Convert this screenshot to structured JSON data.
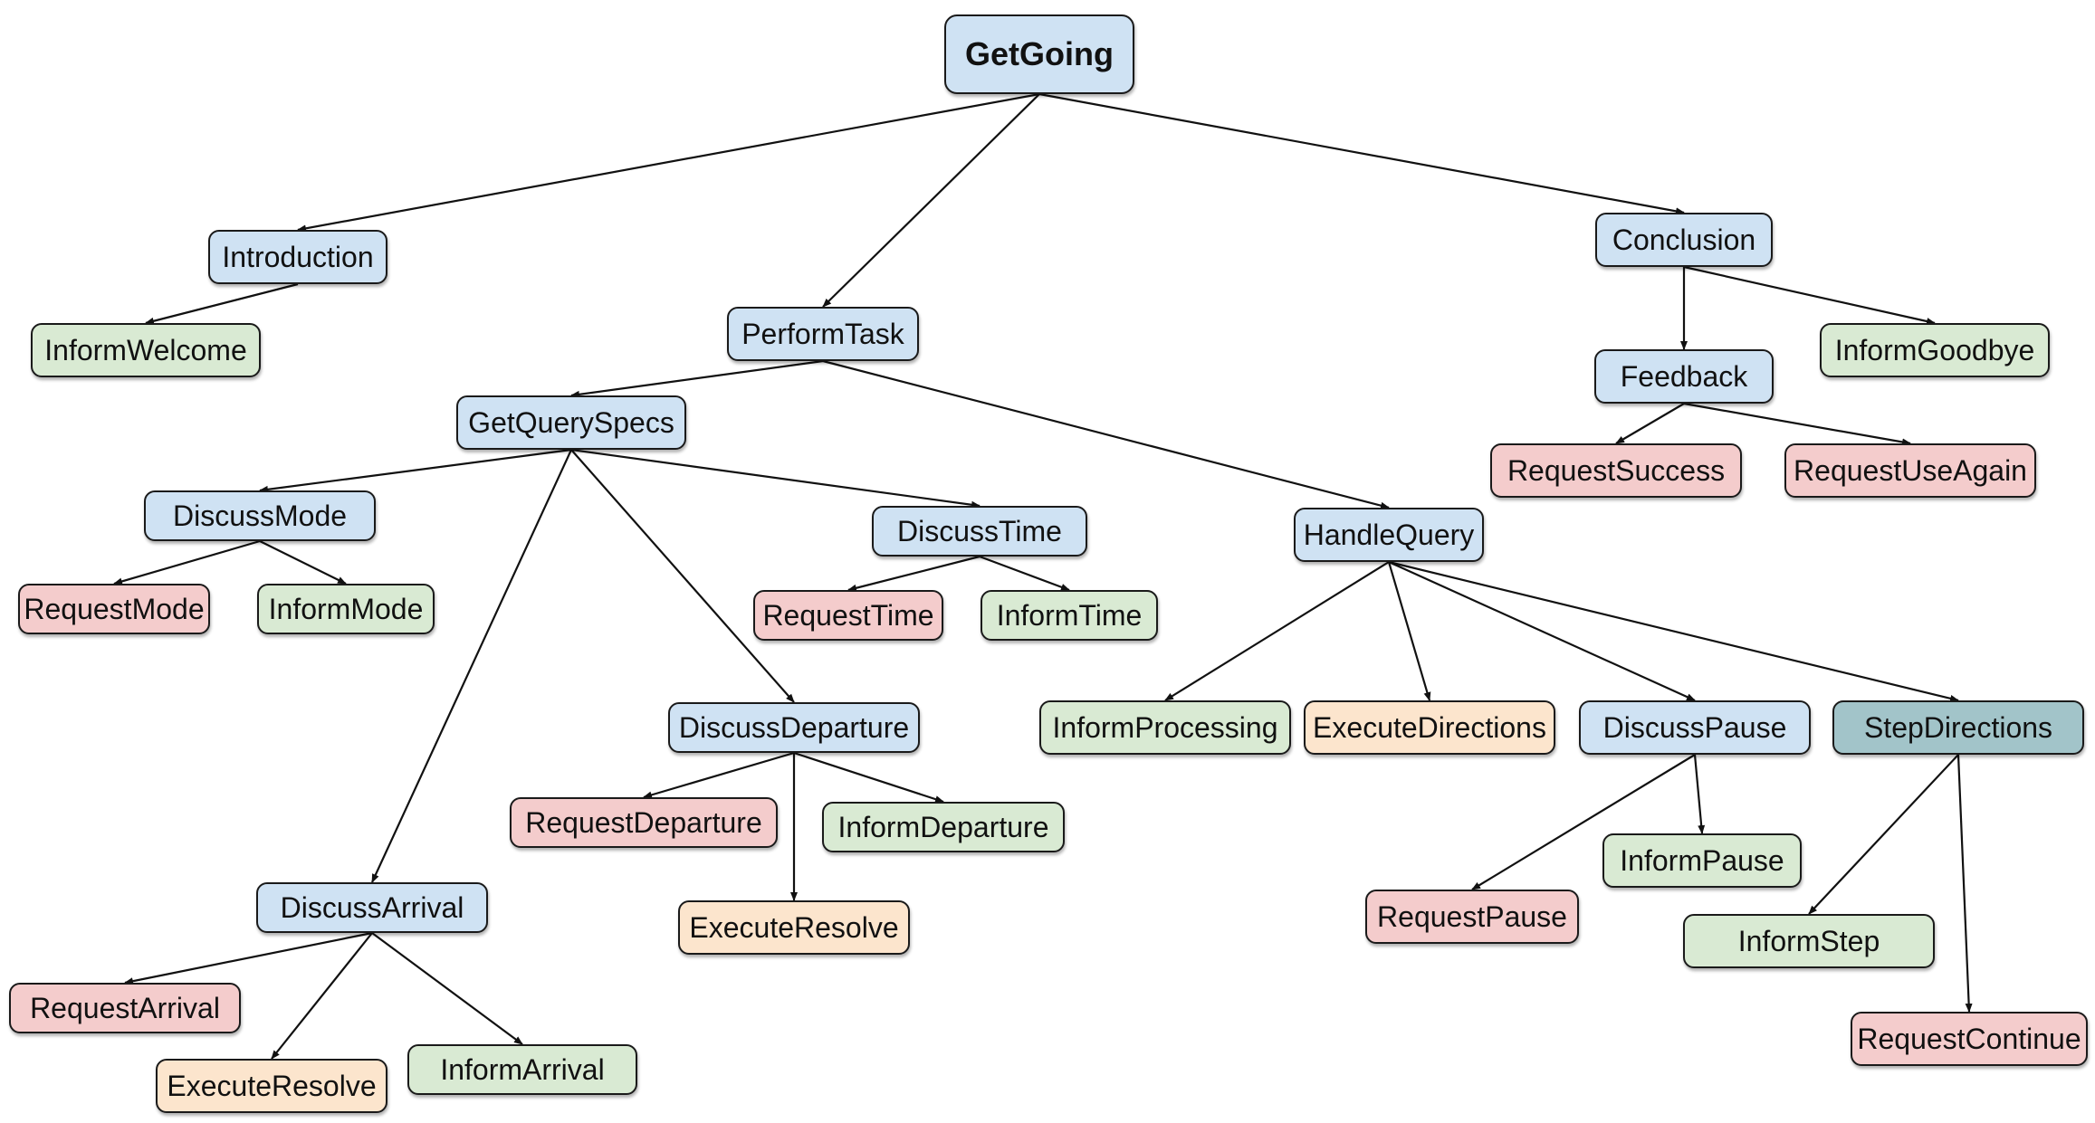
{
  "colors": {
    "blue": "#cfe2f3",
    "green": "#d9ead3",
    "red": "#f4cccc",
    "orange": "#fce5cd",
    "teal": "#a2c4c9",
    "edge": "#111111"
  },
  "nodes": [
    {
      "id": "getgoing",
      "label": "GetGoing",
      "kind": "blue"
    },
    {
      "id": "introduction",
      "label": "Introduction",
      "kind": "blue"
    },
    {
      "id": "informwelcome",
      "label": "InformWelcome",
      "kind": "green"
    },
    {
      "id": "performtask",
      "label": "PerformTask",
      "kind": "blue"
    },
    {
      "id": "conclusion",
      "label": "Conclusion",
      "kind": "blue"
    },
    {
      "id": "feedback",
      "label": "Feedback",
      "kind": "blue"
    },
    {
      "id": "informgoodbye",
      "label": "InformGoodbye",
      "kind": "green"
    },
    {
      "id": "requestsuccess",
      "label": "RequestSuccess",
      "kind": "red"
    },
    {
      "id": "requestuseagain",
      "label": "RequestUseAgain",
      "kind": "red"
    },
    {
      "id": "getqueryspecs",
      "label": "GetQuerySpecs",
      "kind": "blue"
    },
    {
      "id": "handlequery",
      "label": "HandleQuery",
      "kind": "blue"
    },
    {
      "id": "discussmode",
      "label": "DiscussMode",
      "kind": "blue"
    },
    {
      "id": "requestmode",
      "label": "RequestMode",
      "kind": "red"
    },
    {
      "id": "informmode",
      "label": "InformMode",
      "kind": "green"
    },
    {
      "id": "discusstime",
      "label": "DiscussTime",
      "kind": "blue"
    },
    {
      "id": "requesttime",
      "label": "RequestTime",
      "kind": "red"
    },
    {
      "id": "informtime",
      "label": "InformTime",
      "kind": "green"
    },
    {
      "id": "discussdeparture",
      "label": "DiscussDeparture",
      "kind": "blue"
    },
    {
      "id": "requestdeparture",
      "label": "RequestDeparture",
      "kind": "red"
    },
    {
      "id": "informdeparture",
      "label": "InformDeparture",
      "kind": "green"
    },
    {
      "id": "executeresolve1",
      "label": "ExecuteResolve",
      "kind": "orange"
    },
    {
      "id": "discussarrival",
      "label": "DiscussArrival",
      "kind": "blue"
    },
    {
      "id": "requestarrival",
      "label": "RequestArrival",
      "kind": "red"
    },
    {
      "id": "executeresolve2",
      "label": "ExecuteResolve",
      "kind": "orange"
    },
    {
      "id": "informarrival",
      "label": "InformArrival",
      "kind": "green"
    },
    {
      "id": "informprocessing",
      "label": "InformProcessing",
      "kind": "green"
    },
    {
      "id": "executedirections",
      "label": "ExecuteDirections",
      "kind": "orange"
    },
    {
      "id": "discusspause",
      "label": "DiscussPause",
      "kind": "blue"
    },
    {
      "id": "stepdirections",
      "label": "StepDirections",
      "kind": "teal"
    },
    {
      "id": "requestpause",
      "label": "RequestPause",
      "kind": "red"
    },
    {
      "id": "informpause",
      "label": "InformPause",
      "kind": "green"
    },
    {
      "id": "informstep",
      "label": "InformStep",
      "kind": "green"
    },
    {
      "id": "requestcontinue",
      "label": "RequestContinue",
      "kind": "red"
    }
  ],
  "edges": [
    [
      "getgoing",
      "introduction"
    ],
    [
      "getgoing",
      "performtask"
    ],
    [
      "getgoing",
      "conclusion"
    ],
    [
      "introduction",
      "informwelcome"
    ],
    [
      "conclusion",
      "feedback"
    ],
    [
      "conclusion",
      "informgoodbye"
    ],
    [
      "feedback",
      "requestsuccess"
    ],
    [
      "feedback",
      "requestuseagain"
    ],
    [
      "performtask",
      "getqueryspecs"
    ],
    [
      "performtask",
      "handlequery"
    ],
    [
      "getqueryspecs",
      "discussmode"
    ],
    [
      "getqueryspecs",
      "discusstime"
    ],
    [
      "getqueryspecs",
      "discussdeparture"
    ],
    [
      "getqueryspecs",
      "discussarrival"
    ],
    [
      "discussmode",
      "requestmode"
    ],
    [
      "discussmode",
      "informmode"
    ],
    [
      "discusstime",
      "requesttime"
    ],
    [
      "discusstime",
      "informtime"
    ],
    [
      "discussdeparture",
      "requestdeparture"
    ],
    [
      "discussdeparture",
      "informdeparture"
    ],
    [
      "discussdeparture",
      "executeresolve1"
    ],
    [
      "discussarrival",
      "requestarrival"
    ],
    [
      "discussarrival",
      "executeresolve2"
    ],
    [
      "discussarrival",
      "informarrival"
    ],
    [
      "handlequery",
      "informprocessing"
    ],
    [
      "handlequery",
      "executedirections"
    ],
    [
      "handlequery",
      "discusspause"
    ],
    [
      "handlequery",
      "stepdirections"
    ],
    [
      "discusspause",
      "requestpause"
    ],
    [
      "discusspause",
      "informpause"
    ],
    [
      "stepdirections",
      "informstep"
    ],
    [
      "stepdirections",
      "requestcontinue"
    ]
  ]
}
